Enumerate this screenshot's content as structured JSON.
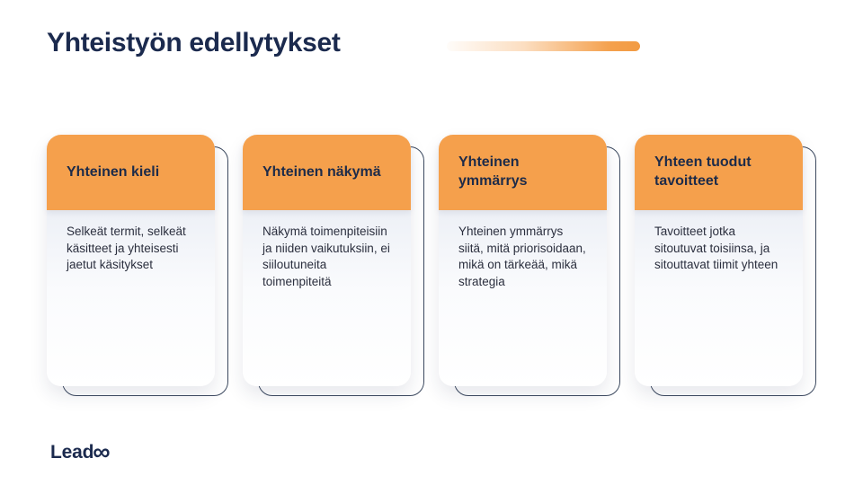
{
  "header": {
    "title": "Yhteistyön edellytykset"
  },
  "cards": [
    {
      "title": "Yhteinen kieli",
      "description": "Selkeät termit, selkeät käsitteet ja yhteisesti jaetut käsitykset"
    },
    {
      "title": "Yhteinen näkymä",
      "description": "Näkymä toimenpiteisiin ja niiden vaikutuksiin, ei siiloutuneita toimenpiteitä"
    },
    {
      "title": "Yhteinen ymmärrys",
      "description": "Yhteinen ymmärrys siitä, mitä priorisoidaan, mikä on tärkeää, mikä strategia"
    },
    {
      "title": "Yhteen tuodut tavoitteet",
      "description": "Tavoitteet jotka sitoutuvat toisiinsa, ja sitouttavat tiimit yhteen"
    }
  ],
  "footer": {
    "logo_text": "Lead",
    "logo_infinity": "∞"
  },
  "colors": {
    "accent_orange": "#F5A04C",
    "navy": "#1B2A4E",
    "outline": "#3D4A60",
    "body_text": "#2B2F3E",
    "card_body_top": "#EDF0F6"
  }
}
